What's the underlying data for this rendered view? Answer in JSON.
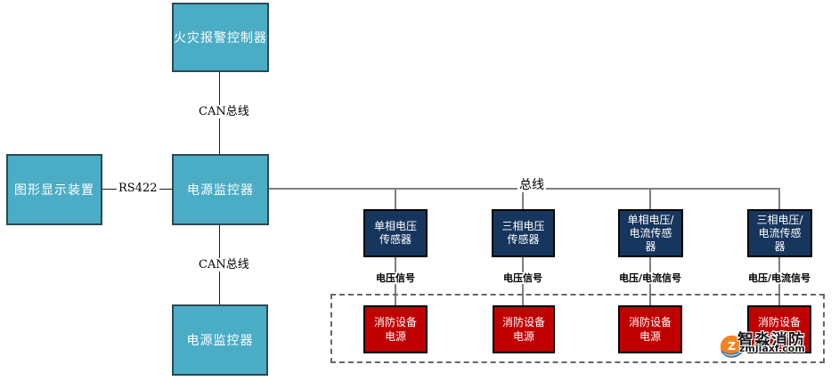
{
  "nodes": {
    "fire_alarm_controller": {
      "label": "火灾报警控制器"
    },
    "graphic_display": {
      "label": "图形显示装置"
    },
    "power_monitor_main": {
      "label": "电源监控器"
    },
    "power_monitor_secondary": {
      "label": "电源监控器"
    }
  },
  "links": {
    "can_bus_top": "CAN总线",
    "can_bus_bottom": "CAN总线",
    "rs422": "RS422",
    "bus": "总线"
  },
  "sensors": [
    {
      "lines": [
        "单相电压",
        "传感器"
      ],
      "signal": "电压信号"
    },
    {
      "lines": [
        "三相电压",
        "传感器"
      ],
      "signal": "电压信号"
    },
    {
      "lines": [
        "单相电压/",
        "电流传感",
        "器"
      ],
      "signal": "电压/电流信号"
    },
    {
      "lines": [
        "三相电压/",
        "电流传感",
        "器"
      ],
      "signal": "电压/电流信号"
    }
  ],
  "devices": [
    {
      "lines": [
        "消防设备",
        "电源"
      ]
    },
    {
      "lines": [
        "消防设备",
        "电源"
      ]
    },
    {
      "lines": [
        "消防设备",
        "电源"
      ]
    },
    {
      "lines": [
        "消防设备",
        "电源"
      ]
    }
  ],
  "watermark": {
    "name": "智淼消防",
    "url": "zmjiaxf.com"
  },
  "colors": {
    "teal_fill": "#4BACC6",
    "navy_fill": "#17365D",
    "red_fill": "#C00000",
    "line_gray": "#7f7f7f",
    "line_dark": "#1a1a1a"
  }
}
